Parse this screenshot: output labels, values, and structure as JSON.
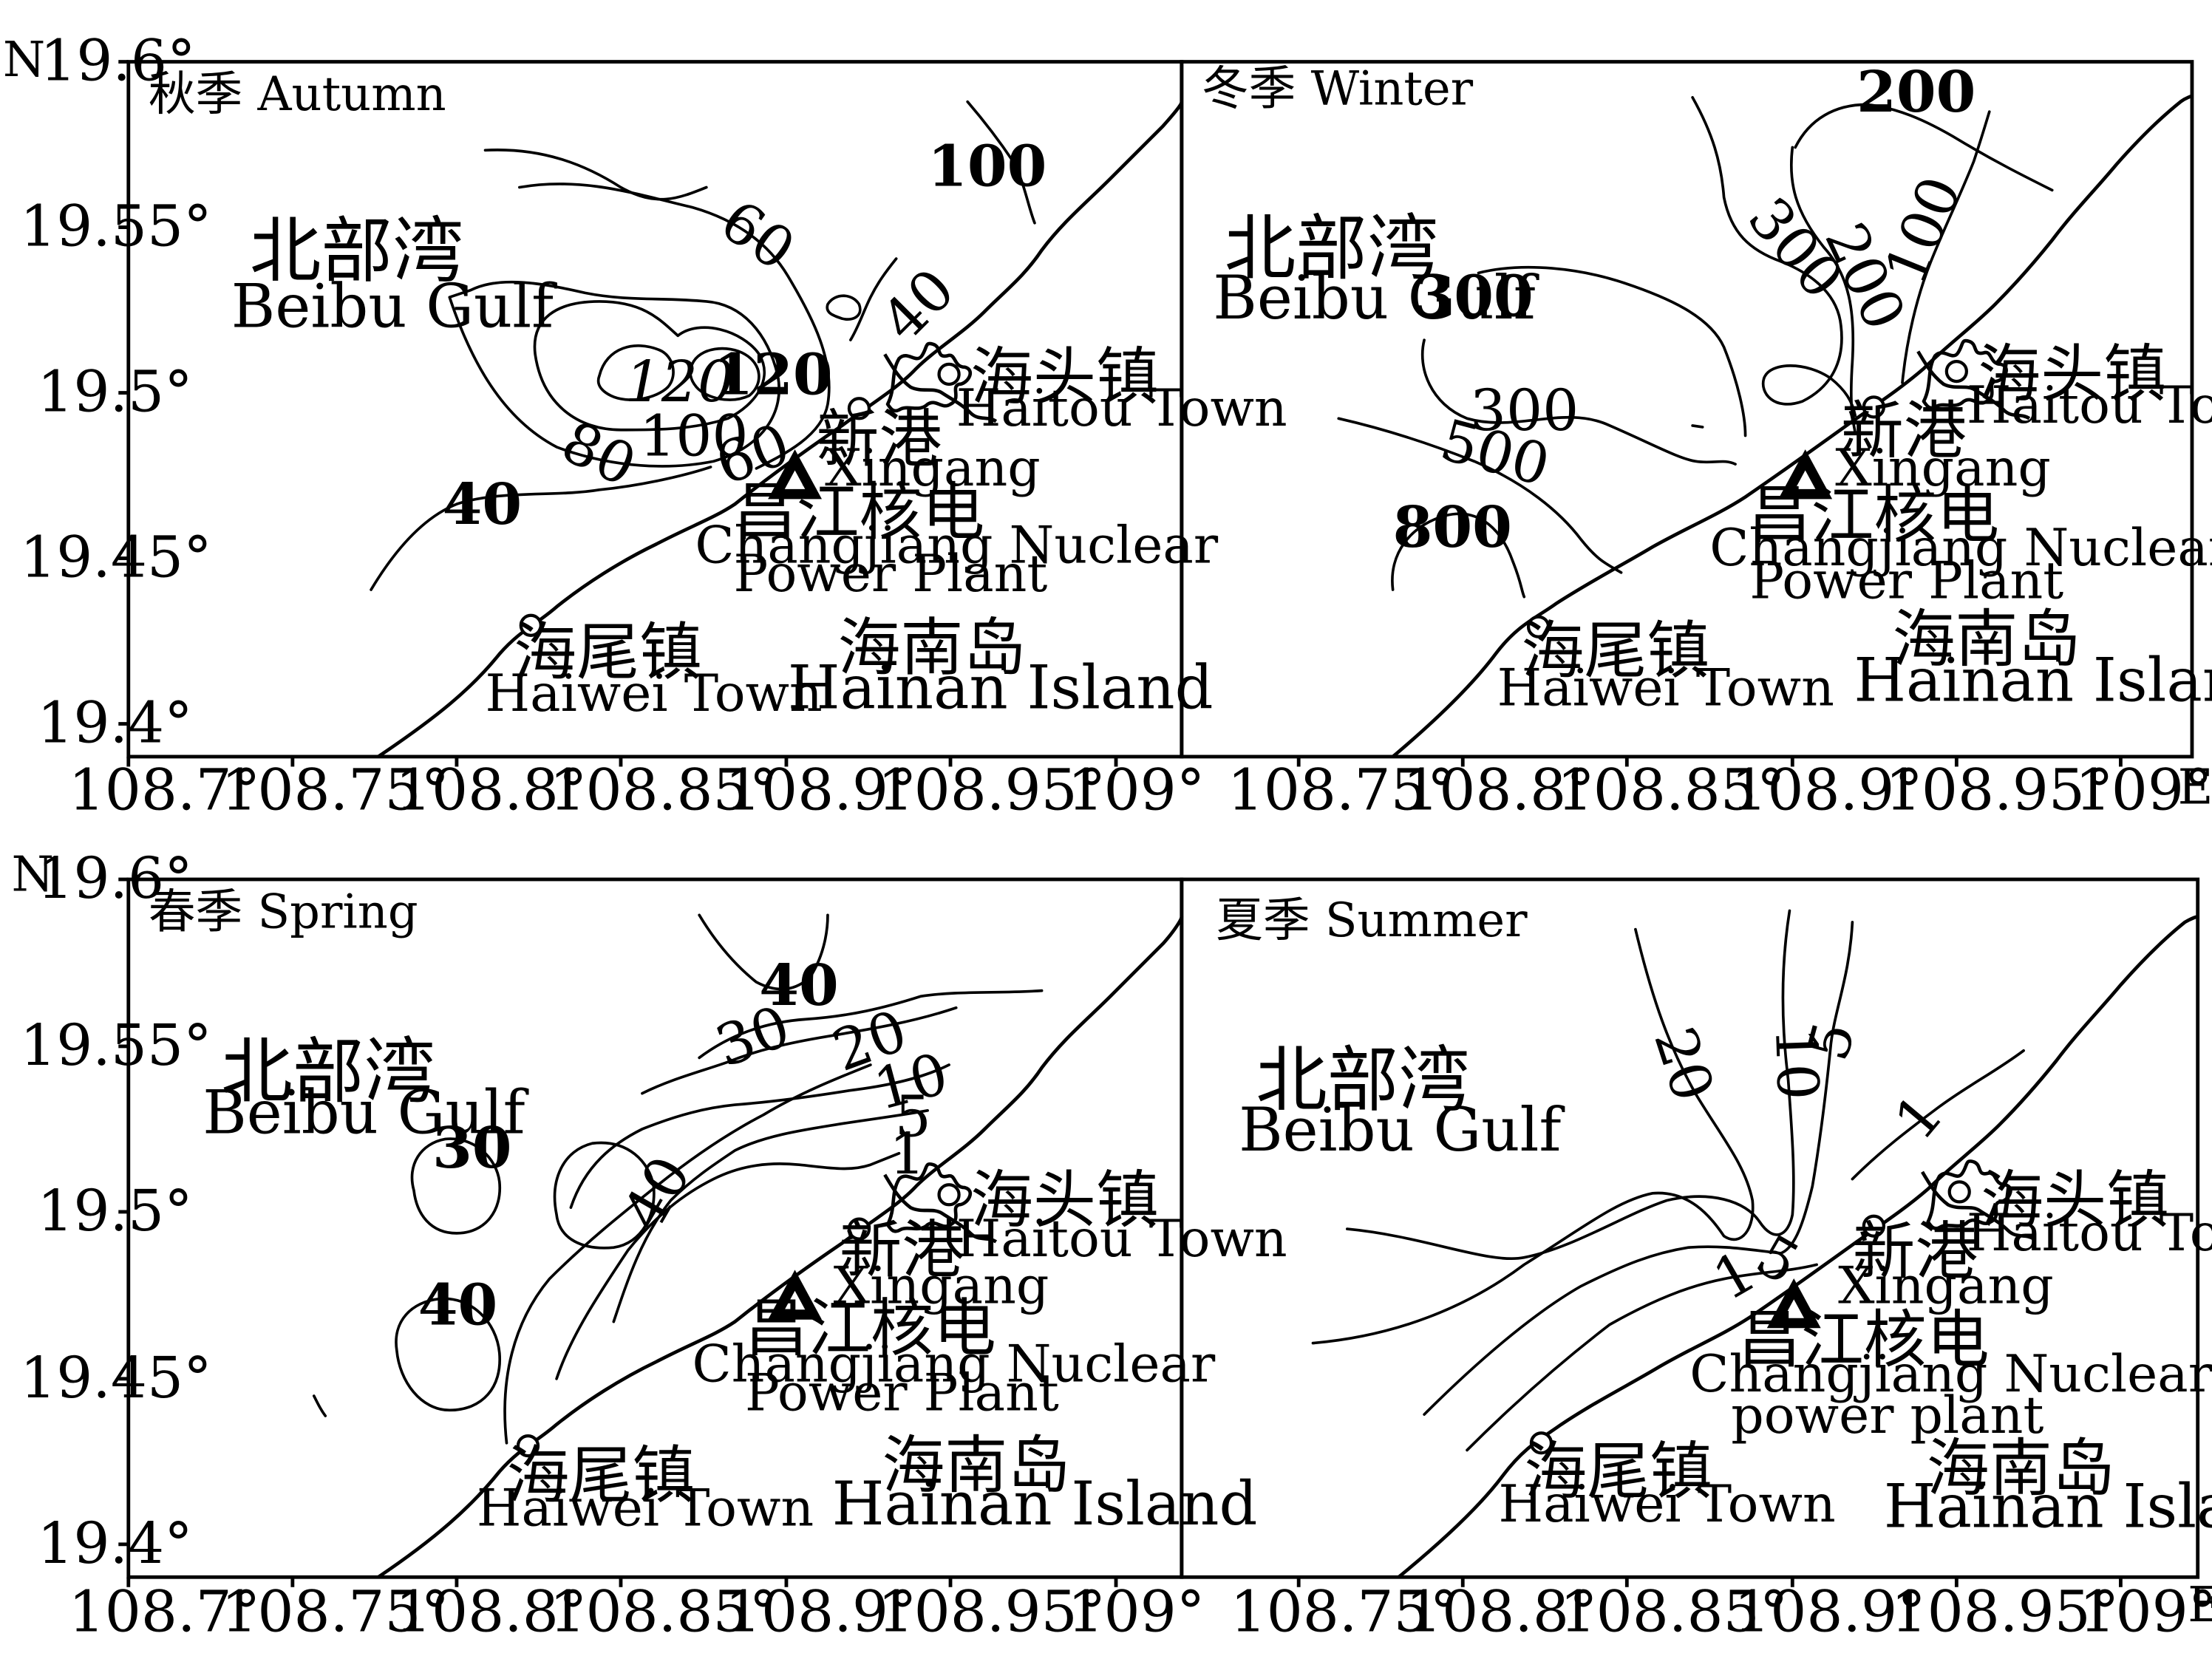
{
  "axes": {
    "x_ticks": [
      "108.7°",
      "108.75°",
      "108.8°",
      "108.85°",
      "108.9°",
      "108.95°",
      "109°"
    ],
    "y_ticks": [
      "19.6°",
      "19.55°",
      "19.5°",
      "19.45°",
      "19.4°"
    ],
    "x_axis_letter": "E",
    "y_axis_letter": "N"
  },
  "panels": [
    {
      "id": "autumn",
      "title": "秋季 Autumn",
      "sea_label_zh": "北部湾",
      "sea_label_en": "Beibu Gulf",
      "island_label_zh": "海南岛",
      "island_label_en": "Hainan Island",
      "places": {
        "haitou_zh": "海头镇",
        "haitou_en": "Haitou Town",
        "xingang_zh": "新港",
        "xingang_en": "Xingang",
        "plant_zh": "昌江核电",
        "plant_en_1": "Changjiang Nuclear",
        "plant_en_2": "Power Plant",
        "haiwei_zh": "海尾镇",
        "haiwei_en": "Haiwei Town"
      },
      "contour_labels": [
        "100",
        "60",
        "40",
        "120",
        "120",
        "100",
        "80",
        "60",
        "40"
      ]
    },
    {
      "id": "winter",
      "title": "冬季 Winter",
      "sea_label_zh": "北部湾",
      "sea_label_en": "Beibu Gulf",
      "island_label_zh": "海南岛",
      "island_label_en": "Hainan Island",
      "places": {
        "haitou_zh": "海头镇",
        "haitou_en": "Haitou Town",
        "xingang_zh": "新港",
        "xingang_en": "Xingang",
        "plant_zh": "昌江核电",
        "plant_en_1": "Changjiang Nuclear",
        "plant_en_2": "Power Plant",
        "haiwei_zh": "海尾镇",
        "haiwei_en": "Haiwei Town"
      },
      "contour_labels": [
        "200",
        "300",
        "200",
        "100",
        "300",
        "300",
        "500",
        "800"
      ]
    },
    {
      "id": "spring",
      "title": "春季 Spring",
      "sea_label_zh": "北部湾",
      "sea_label_en": "Beibu Gulf",
      "island_label_zh": "海南岛",
      "island_label_en": "Hainan Island",
      "places": {
        "haitou_zh": "海头镇",
        "haitou_en": "Haitou Town",
        "xingang_zh": "新港",
        "xingang_en": "Xingang",
        "plant_zh": "昌江核电",
        "plant_en_1": "Changjiang Nuclear",
        "plant_en_2": "Power Plant",
        "haiwei_zh": "海尾镇",
        "haiwei_en": "Haiwei Town"
      },
      "contour_labels": [
        "40",
        "30",
        "20",
        "10",
        "5",
        "1",
        "30",
        "40",
        "40"
      ]
    },
    {
      "id": "summer",
      "title": "夏季 Summer",
      "sea_label_zh": "北部湾",
      "sea_label_en": "Beibu Gulf",
      "island_label_zh": "海南岛",
      "island_label_en": "Hainan Island",
      "places": {
        "haitou_zh": "海头镇",
        "haitou_en": "Haitou Town",
        "xingang_zh": "新港",
        "xingang_en": "Xingang",
        "plant_zh": "昌江核电",
        "plant_en_1": "Changjiang Nuclear",
        "plant_en_2": "power plant",
        "haiwei_zh": "海尾镇",
        "haiwei_en": "Haiwei Town"
      },
      "contour_labels": [
        "20",
        "10",
        "5",
        "1",
        "5",
        "1"
      ]
    }
  ]
}
